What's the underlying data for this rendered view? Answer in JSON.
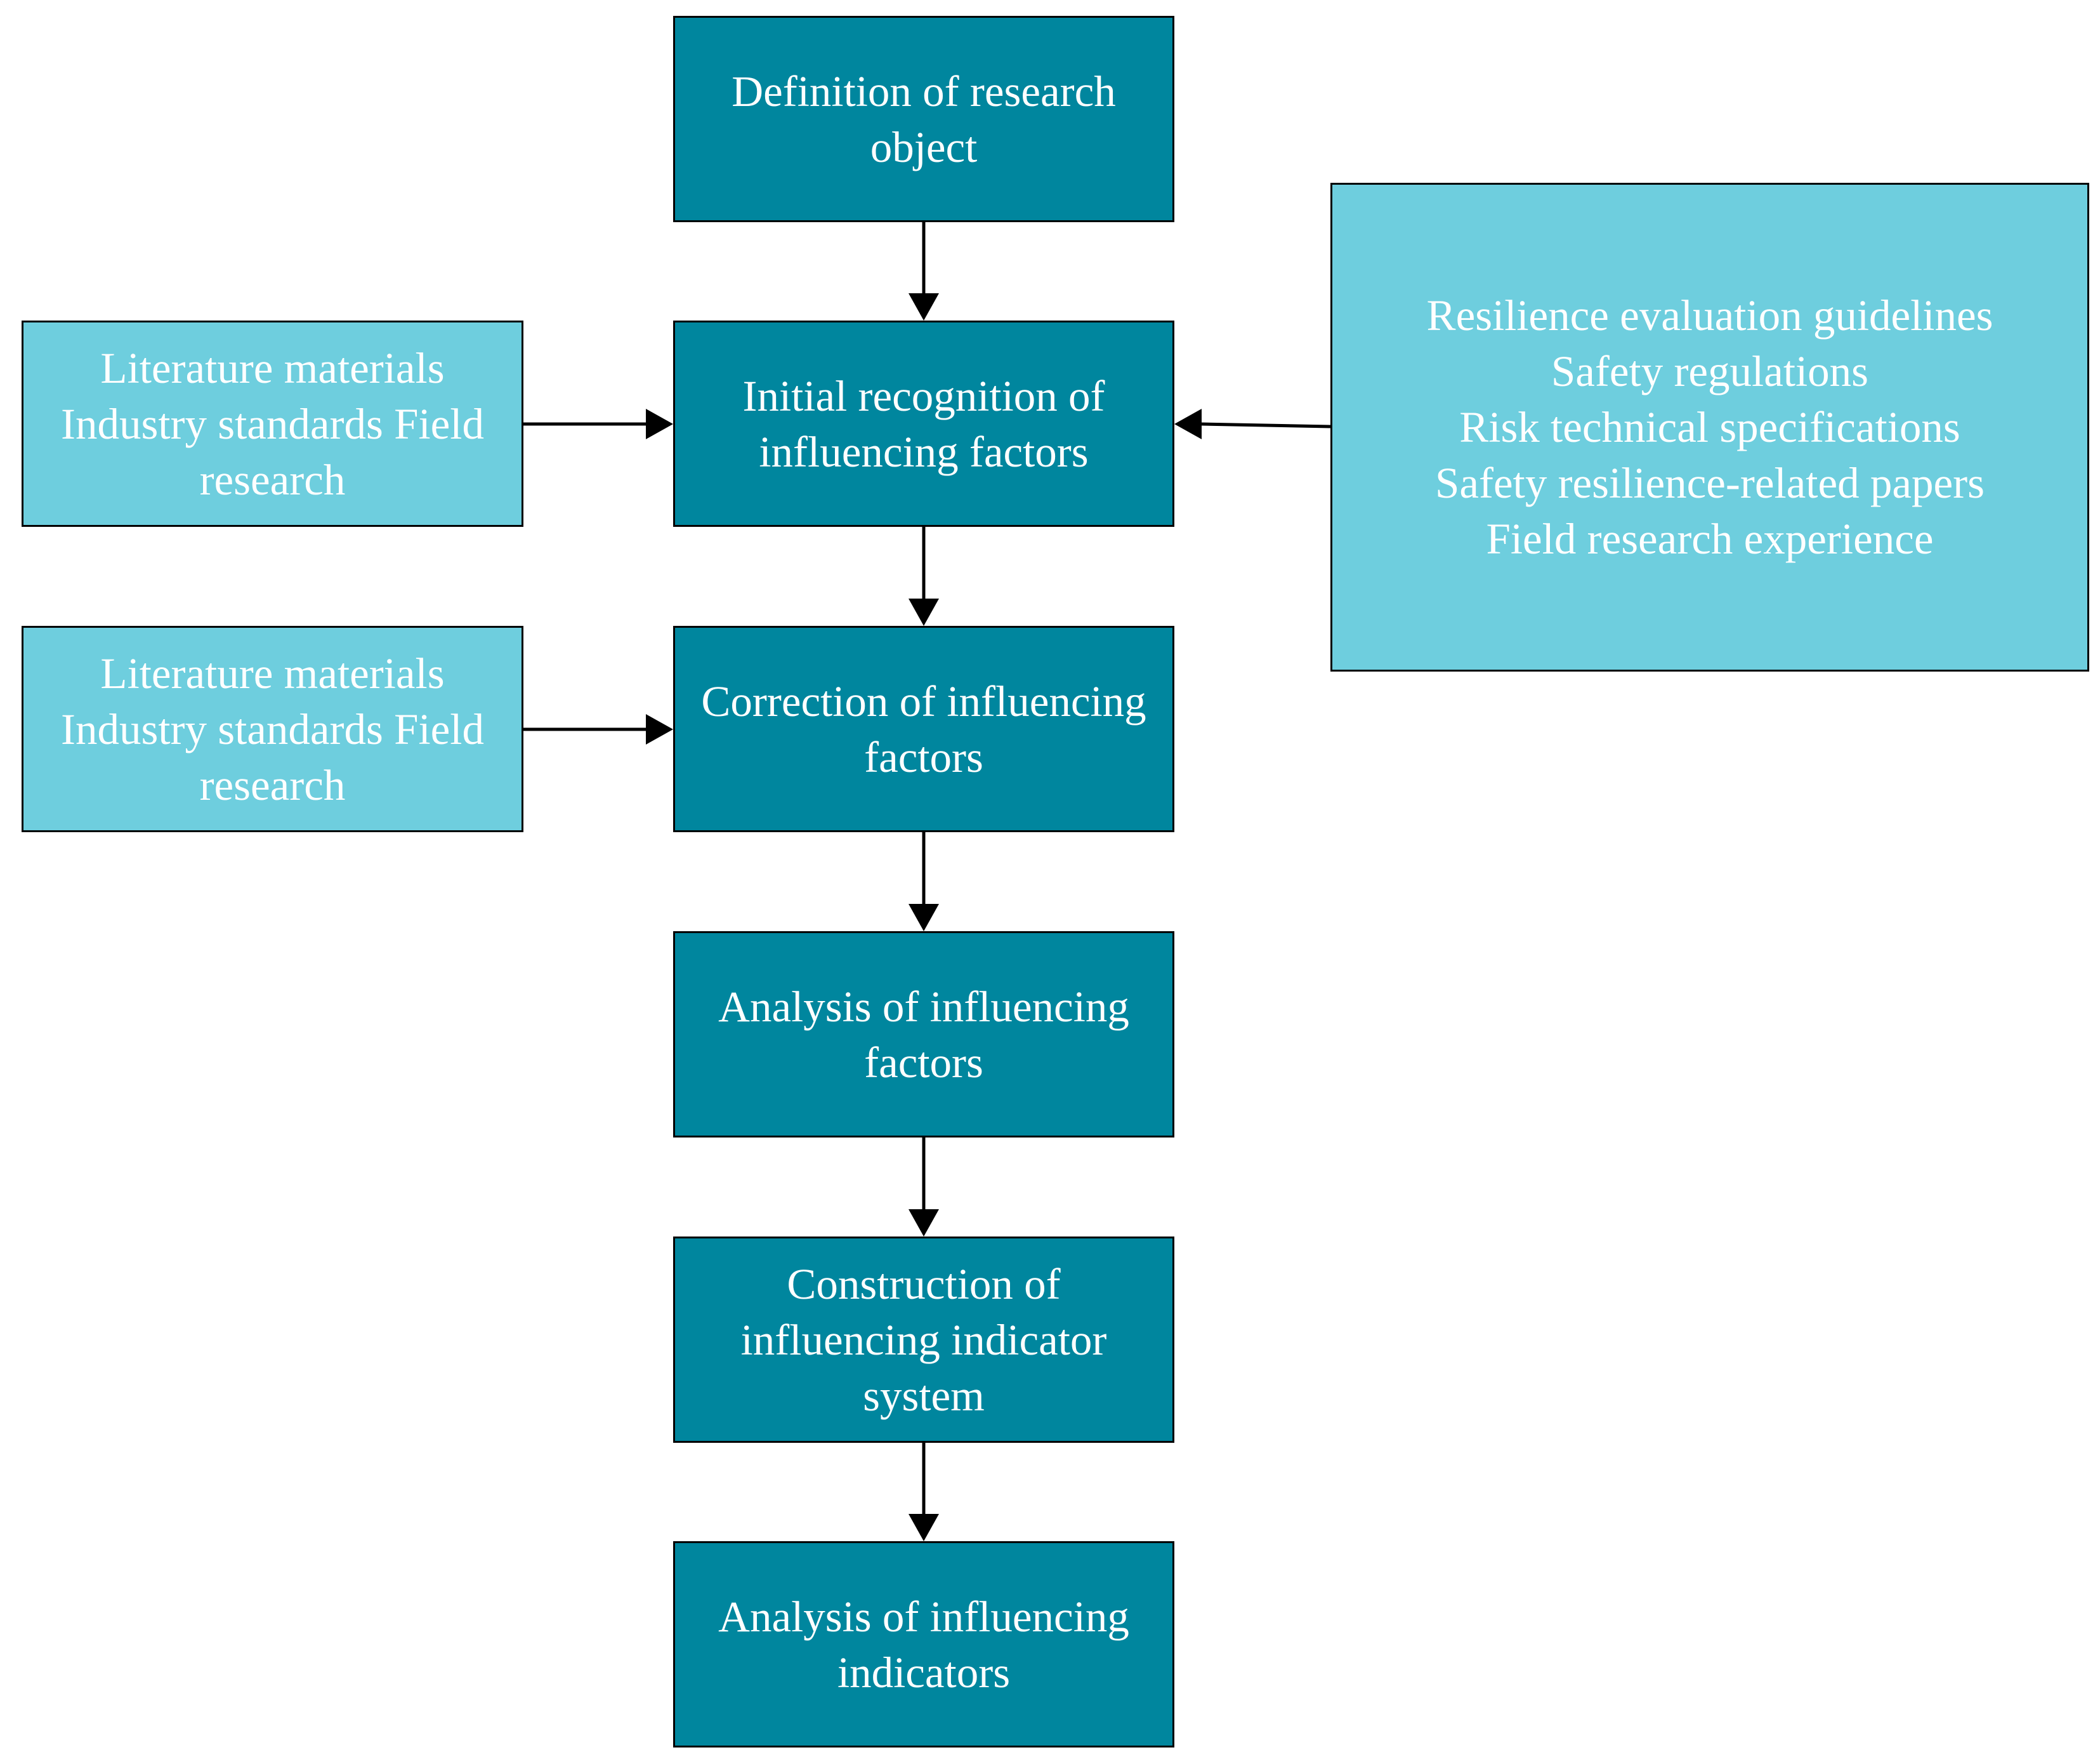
{
  "colors": {
    "main_box": "#00869e",
    "side_box": "#6ecede",
    "text": "#ffffff",
    "border": "#000000"
  },
  "main_flow": {
    "definition": "Definition of research\nobject",
    "initial_recognition": "Initial recognition of\ninfluencing factors",
    "correction": "Correction of influencing\nfactors",
    "analysis_factors": "Analysis of influencing\nfactors",
    "construction": "Construction of\ninfluencing indicator\nsystem",
    "analysis_indicators": "Analysis of influencing\nindicators"
  },
  "inputs": {
    "left_top": "Literature materials\nIndustry standards Field\nresearch",
    "left_bottom": "Literature materials\nIndustry standards Field\nresearch",
    "right": "Resilience evaluation guidelines\nSafety regulations\nRisk technical specifications\nSafety resilience-related papers\nField research experience"
  }
}
